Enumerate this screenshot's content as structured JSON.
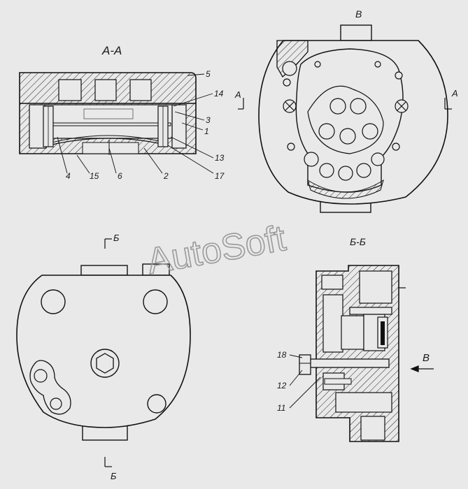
{
  "views": {
    "section_aa_title": "А-А",
    "view_b_title": "В",
    "section_bb_title": "Б-Б"
  },
  "markers": {
    "a_left": "А",
    "a_right": "А",
    "b_top": "Б",
    "b_bottom": "Б",
    "v_arrow": "В"
  },
  "callouts": {
    "c1": "1",
    "c2": "2",
    "c3": "3",
    "c4": "4",
    "c5": "5",
    "c6": "6",
    "c11": "11",
    "c12": "12",
    "c13": "13",
    "c14": "14",
    "c15": "15",
    "c17": "17",
    "c18": "18"
  },
  "watermark": "AutoSoft"
}
